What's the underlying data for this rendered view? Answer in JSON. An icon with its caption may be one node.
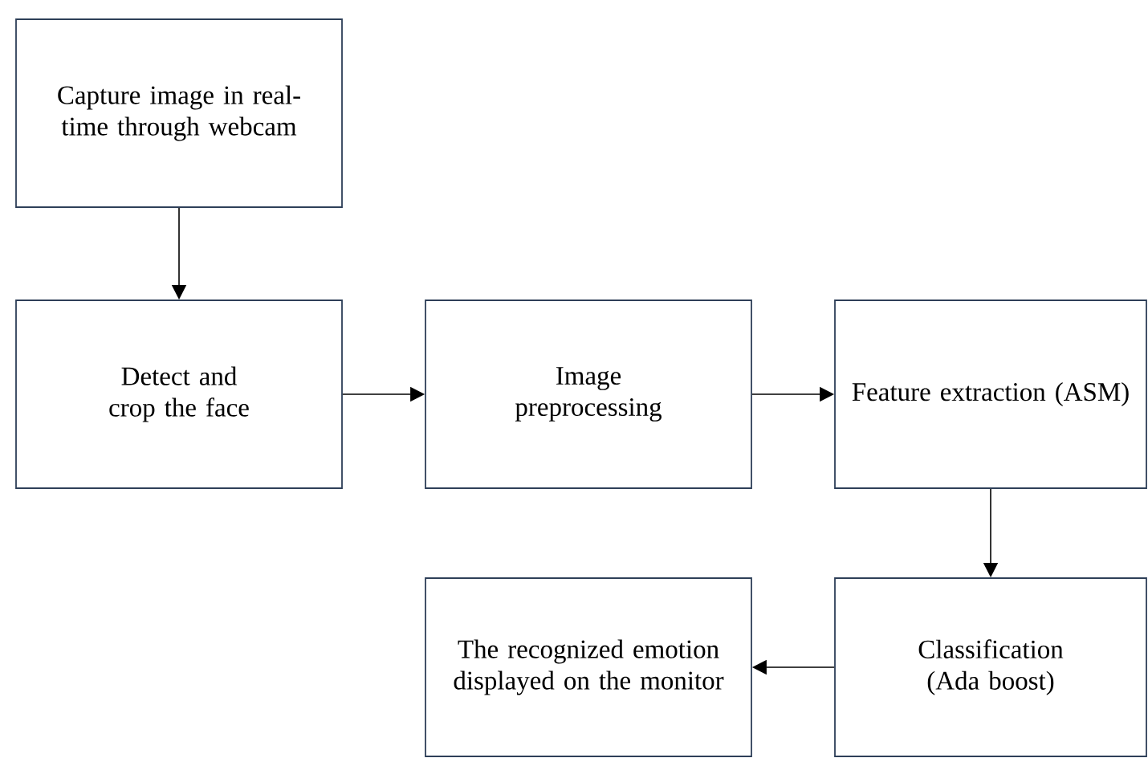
{
  "diagram": {
    "nodes": [
      {
        "text": [
          "Capture image in real-time through webcam"
        ]
      },
      {
        "text": [
          "Detect and crop the face"
        ]
      },
      {
        "text": [
          "Image preprocessing"
        ]
      },
      {
        "text": [
          "Feature extraction (ASM)"
        ]
      },
      {
        "text": [
          "Classification (Ada boost)"
        ]
      },
      {
        "text": [
          "The recognized emotion displayed on the monitor"
        ]
      }
    ],
    "edges": [
      {
        "from": 0,
        "to": 1,
        "arrow": "to"
      },
      {
        "from": 1,
        "to": 2,
        "arrow": "to"
      },
      {
        "from": 2,
        "to": 3,
        "arrow": "to"
      },
      {
        "from": 3,
        "to": 4,
        "arrow": "to"
      },
      {
        "from": 4,
        "to": 5,
        "arrow": "to"
      }
    ]
  }
}
